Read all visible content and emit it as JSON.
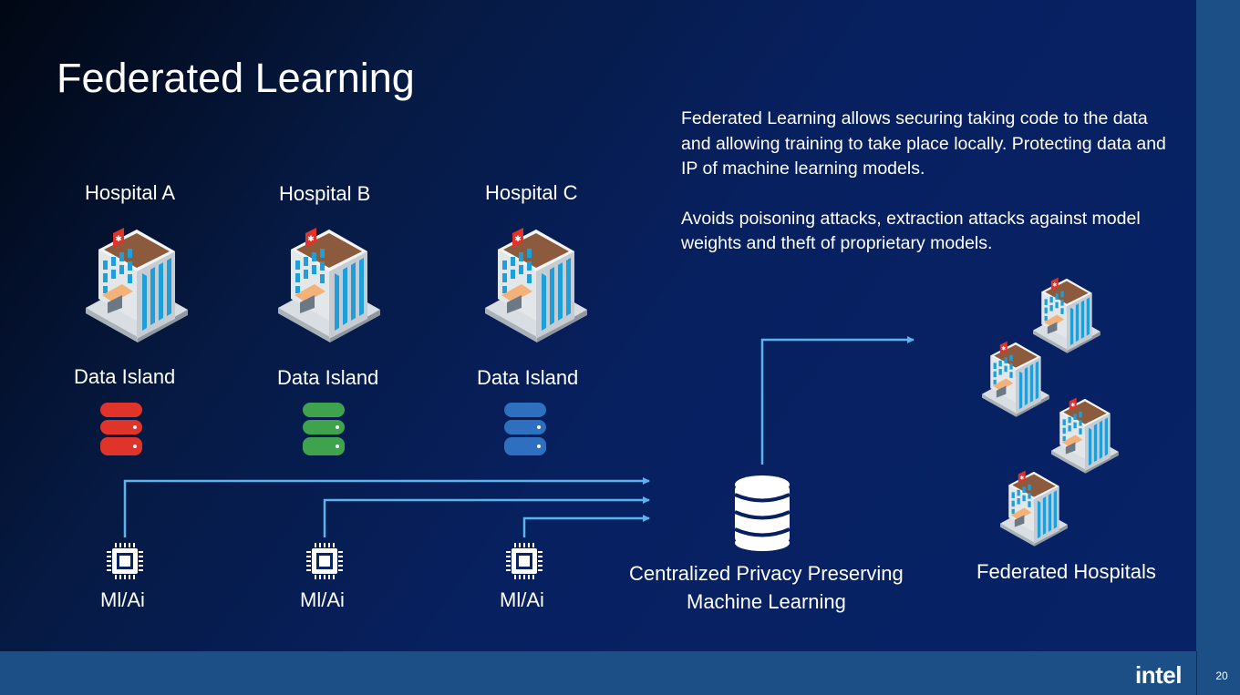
{
  "slide": {
    "title": "Federated Learning",
    "description": [
      "Federated Learning allows securing taking code to the data and allowing training to take place locally. Protecting data and IP of machine learning models.",
      "Avoids poisoning attacks, extraction attacks against model weights and theft of proprietary models."
    ],
    "hospitals": [
      {
        "name": "Hospital A",
        "island_label": "Data Island",
        "db_color": "#e0342b",
        "ml_label": "Ml/Ai"
      },
      {
        "name": "Hospital B",
        "island_label": "Data Island",
        "db_color": "#3fa34d",
        "ml_label": "Ml/Ai"
      },
      {
        "name": "Hospital C",
        "island_label": "Data Island",
        "db_color": "#2f6fbf",
        "ml_label": "Ml/Ai"
      }
    ],
    "central": {
      "line1": "Centralized Privacy Preserving",
      "line2": "Machine Learning"
    },
    "federated": {
      "label": "Federated Hospitals"
    },
    "arrow_color": "#5ab4ee",
    "footer": {
      "logo": "intel",
      "page_number": "20"
    }
  }
}
